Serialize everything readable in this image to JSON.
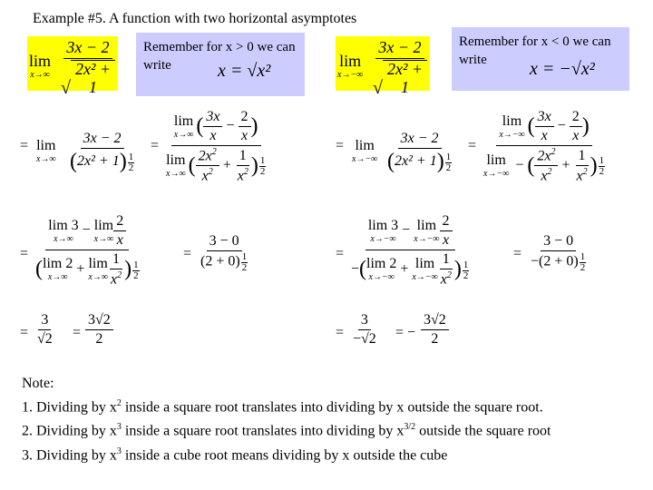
{
  "title": "Example #5.  A function with two horizontal asymptotes",
  "left_panel": {
    "remember": "Remember for x > 0 we can write",
    "sqrt_identity": "x = √x²"
  },
  "right_panel": {
    "remember": "Remember for x < 0 we can write",
    "sqrt_identity": "x = −√x²"
  },
  "tokens": {
    "lim": "lim",
    "x_to_inf": "x→∞",
    "x_to_neg_inf": "x→−∞",
    "eq": "=",
    "minus": "−",
    "numerator": "3x − 2",
    "denominator_sqrt": "2x² + 1",
    "three_minus_zero": "3 − 0",
    "two_plus_zero": "(2 + 0)",
    "neg_two_plus_zero": "−(2 + 0)",
    "three": "3",
    "two": "2",
    "sqrt_two": "√2",
    "neg_sqrt_two": "−√2",
    "three_sqrt_two": "3√2",
    "half": "1/2"
  },
  "notes": {
    "heading": "Note:",
    "line1_a": "1. Dividing by x",
    "line1_sup": "2",
    "line1_b": " inside a square root translates into dividing by x outside the square root.",
    "line2_a": "2. Dividing by x",
    "line2_sup": "3",
    "line2_b": " inside a square root translates into dividing by x",
    "line2_sup2": "3/2",
    "line2_c": " outside the square root",
    "line3_a": "3. Dividing by x",
    "line3_sup": "3",
    "line3_b": " inside a cube root means dividing by x outside the cube"
  }
}
